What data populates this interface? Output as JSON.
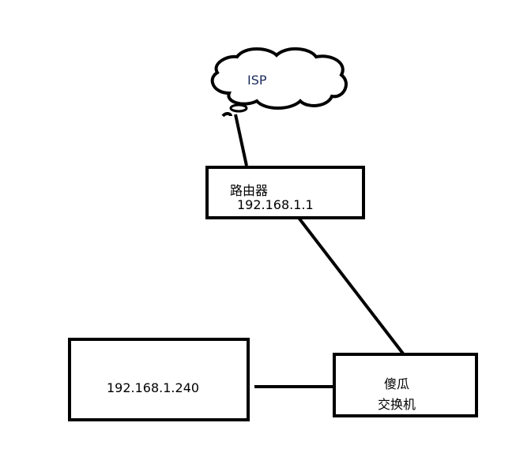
{
  "cloud": {
    "label": "ISP"
  },
  "router": {
    "name": "路由器",
    "ip": "192.168.1.1"
  },
  "switch": {
    "name_line1": "傻瓜",
    "name_line2": "交换机"
  },
  "host": {
    "ip": "192.168.1.240"
  }
}
